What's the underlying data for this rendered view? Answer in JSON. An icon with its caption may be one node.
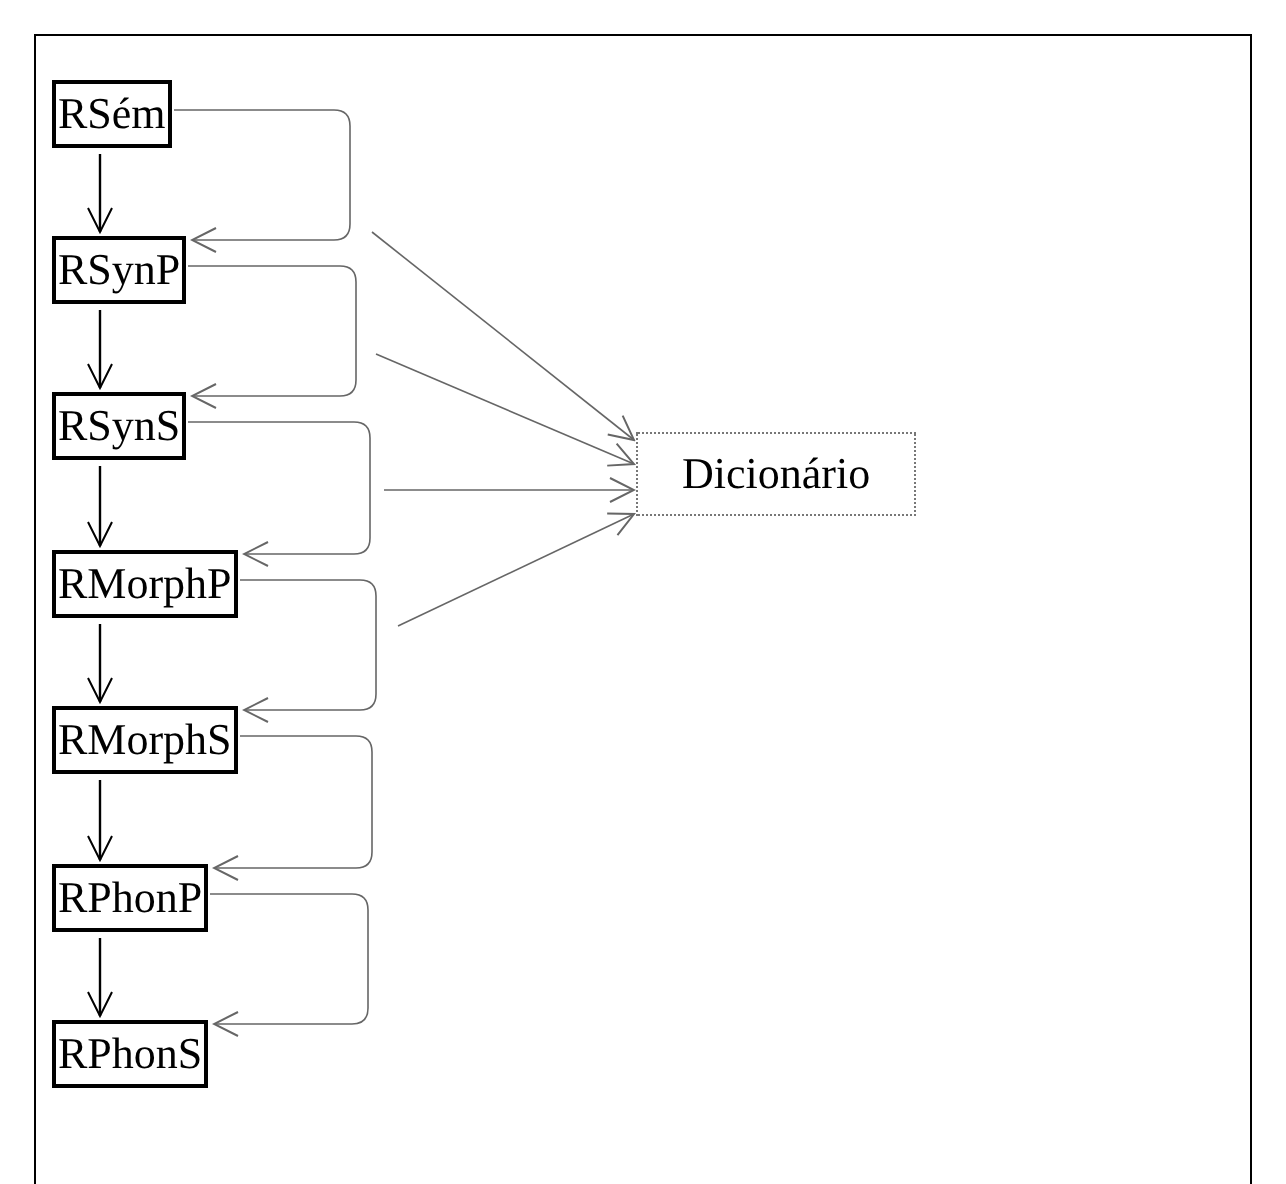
{
  "diagram": {
    "nodes": [
      {
        "text": [
          "RSém"
        ]
      },
      {
        "text": [
          "RSynP"
        ]
      },
      {
        "text": [
          "RSynS"
        ]
      },
      {
        "text": [
          "RMorphP"
        ]
      },
      {
        "text": [
          "RMorphS"
        ]
      },
      {
        "text": [
          "RPhonP"
        ]
      },
      {
        "text": [
          "RPhonS"
        ]
      },
      {
        "text": [
          "Dicionário"
        ]
      }
    ],
    "edges": [
      {
        "from": 0,
        "to": 1,
        "arrow": "to",
        "color": "#000000"
      },
      {
        "from": 1,
        "to": 2,
        "arrow": "to",
        "color": "#000000"
      },
      {
        "from": 2,
        "to": 3,
        "arrow": "to",
        "color": "#000000"
      },
      {
        "from": 3,
        "to": 4,
        "arrow": "to",
        "color": "#000000"
      },
      {
        "from": 4,
        "to": 5,
        "arrow": "to",
        "color": "#000000"
      },
      {
        "from": 5,
        "to": 6,
        "arrow": "to",
        "color": "#000000"
      },
      {
        "from": 0,
        "to": 1,
        "arrow": "to"
      },
      {
        "from": 1,
        "to": 2,
        "arrow": "to"
      },
      {
        "from": 2,
        "to": 3,
        "arrow": "to"
      },
      {
        "from": 3,
        "to": 4,
        "arrow": "to"
      },
      {
        "from": 4,
        "to": 5,
        "arrow": "to"
      },
      {
        "from": 5,
        "to": 6,
        "arrow": "to"
      },
      {
        "from": null,
        "to": 7,
        "arrow": "to"
      },
      {
        "from": null,
        "to": 7,
        "arrow": "to"
      },
      {
        "from": null,
        "to": 7,
        "arrow": "to"
      },
      {
        "from": null,
        "to": 7,
        "arrow": "to"
      }
    ]
  }
}
